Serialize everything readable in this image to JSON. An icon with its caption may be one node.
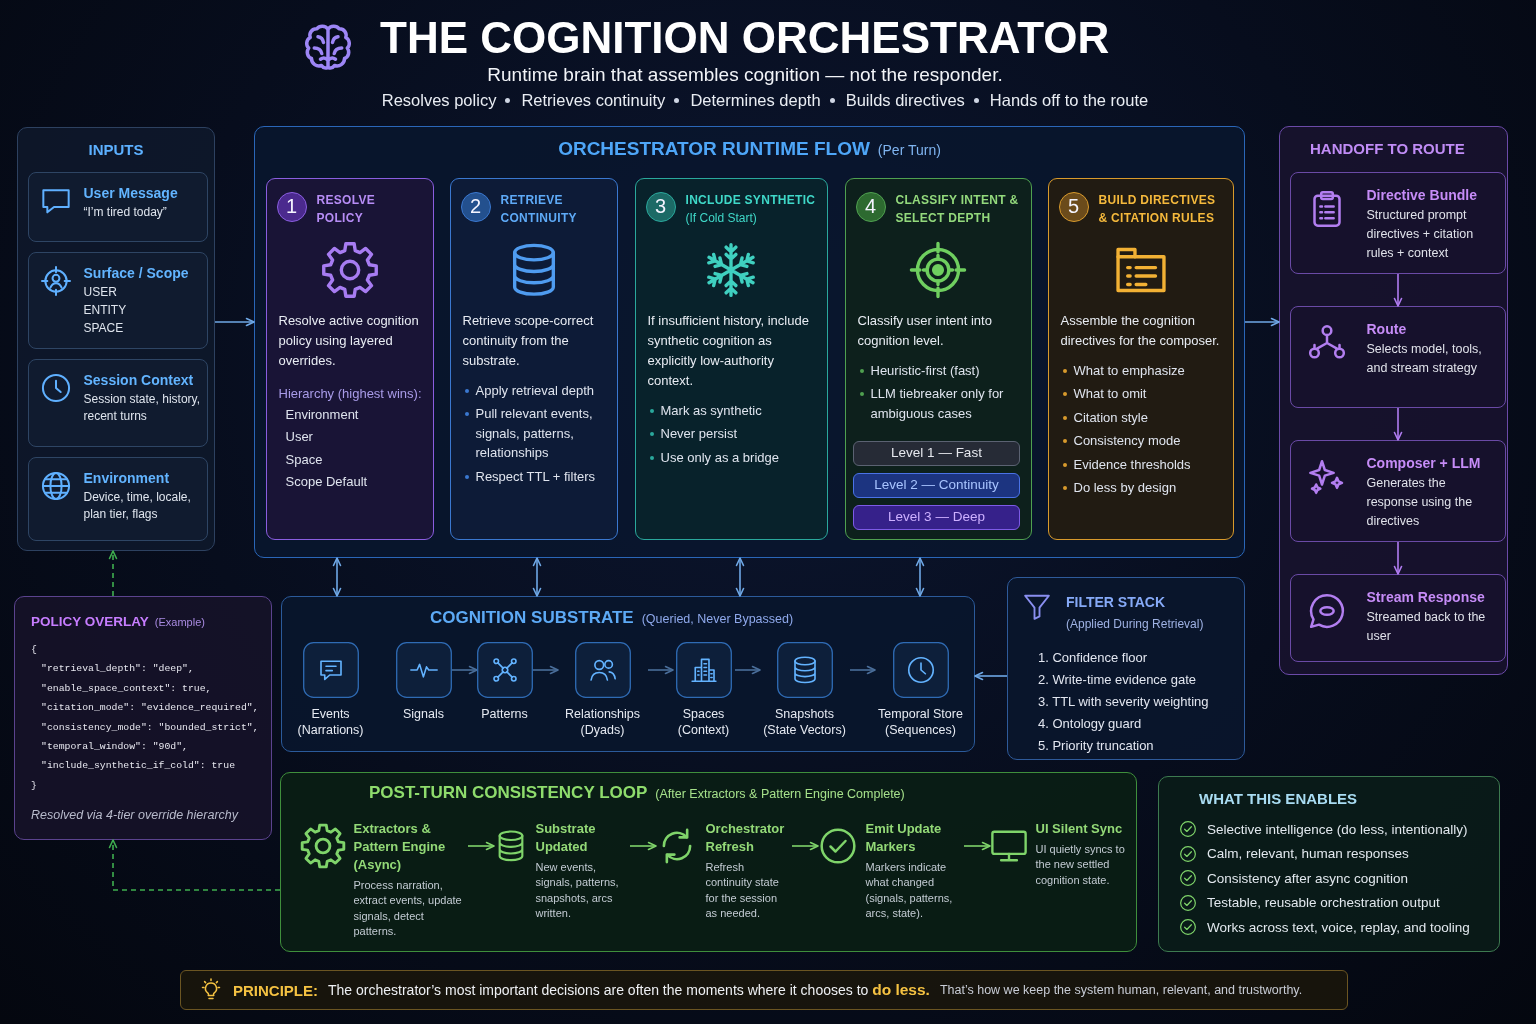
{
  "diagram": {
    "title": "THE COGNITION ORCHESTRATOR",
    "nodes": [
      {
        "text": [
          "INPUTS"
        ]
      },
      {
        "text": [
          "User Message",
          "“I’m tired today”"
        ],
        "in": 0
      },
      {
        "text": [
          "Surface / Scope",
          "USER",
          "ENTITY",
          "SPACE"
        ],
        "in": 0
      },
      {
        "text": [
          "Session Context",
          "Session state, history, recent turns"
        ],
        "in": 0
      },
      {
        "text": [
          "Environment",
          "Device, time, locale, plan tier, flags"
        ],
        "in": 0
      },
      {
        "text": [
          "ORCHESTRATOR RUNTIME FLOW",
          "(Per Turn)"
        ]
      },
      {
        "text": [
          "1",
          "RESOLVE POLICY",
          "Resolve active cognition policy using layered overrides.",
          "Hierarchy (highest wins):",
          "Environment",
          "User",
          "Space",
          "Scope Default"
        ],
        "in": 5
      },
      {
        "text": [
          "2",
          "RETRIEVE CONTINUITY",
          "Retrieve scope-correct continuity from the substrate.",
          "Apply retrieval depth",
          "Pull relevant events, signals, patterns, relationships",
          "Respect TTL + filters"
        ],
        "in": 5
      },
      {
        "text": [
          "3",
          "INCLUDE SYNTHETIC",
          "(If Cold Start)",
          "If insufficient history, include synthetic cognition as explicitly low-authority context.",
          "Mark as synthetic",
          "Never persist",
          "Use only as a bridge"
        ],
        "in": 5
      },
      {
        "text": [
          "4",
          "CLASSIFY INTENT & SELECT DEPTH",
          "Classify user intent into cognition level.",
          "Heuristic-first (fast)",
          "LLM tiebreaker only for ambiguous cases"
        ],
        "in": 5
      },
      {
        "text": [
          "Level 1 — Fast"
        ],
        "in": 9
      },
      {
        "text": [
          "Level 2 — Continuity"
        ],
        "in": 9
      },
      {
        "text": [
          "Level 3 — Deep"
        ],
        "in": 9
      },
      {
        "text": [
          "5",
          "BUILD DIRECTIVES & CITATION RULES",
          "Assemble the cognition directives for the composer.",
          "What to emphasize",
          "What to omit",
          "Citation style",
          "Consistency mode",
          "Evidence thresholds",
          "Do less by design"
        ],
        "in": 5
      },
      {
        "text": [
          "HANDOFF TO ROUTE"
        ]
      },
      {
        "text": [
          "Directive Bundle",
          "Structured prompt directives + citation rules + context"
        ],
        "in": 14
      },
      {
        "text": [
          "Route",
          "Selects model, tools, and stream strategy"
        ],
        "in": 14
      },
      {
        "text": [
          "Composer + LLM",
          "Generates the response using the directives"
        ],
        "in": 14
      },
      {
        "text": [
          "Stream Response",
          "Streamed back to the user"
        ],
        "in": 14
      },
      {
        "text": [
          "POLICY OVERLAY",
          "(Example)",
          "{",
          "\"retrieval_depth\": \"deep\",",
          "\"enable_space_context\": true,",
          "\"citation_mode\": \"evidence_required\",",
          "\"consistency_mode\": \"bounded_strict\",",
          "\"temporal_window\": \"90d\",",
          "\"include_synthetic_if_cold\": true",
          "}",
          "Resolved via 4-tier override hierarchy"
        ]
      },
      {
        "text": [
          "COGNITION SUBSTRATE",
          "(Queried, Never Bypassed)"
        ]
      },
      {
        "text": [
          "Events",
          "(Narrations)"
        ],
        "in": 20
      },
      {
        "text": [
          "Signals"
        ],
        "in": 20
      },
      {
        "text": [
          "Patterns"
        ],
        "in": 20
      },
      {
        "text": [
          "Relationships",
          "(Dyads)"
        ],
        "in": 20
      },
      {
        "text": [
          "Spaces",
          "(Context)"
        ],
        "in": 20
      },
      {
        "text": [
          "Snapshots",
          "(State Vectors)"
        ],
        "in": 20
      },
      {
        "text": [
          "Temporal Store",
          "(Sequences)"
        ],
        "in": 20
      },
      {
        "text": [
          "FILTER STACK",
          "(Applied During Retrieval)",
          "1. Confidence floor",
          "2. Write-time evidence gate",
          "3. TTL with severity weighting",
          "4. Ontology guard",
          "5. Priority truncation"
        ]
      },
      {
        "text": [
          "POST-TURN CONSISTENCY LOOP",
          "(After Extractors & Pattern Engine Complete)"
        ]
      },
      {
        "text": [
          "Extractors & Pattern Engine",
          "(Async)",
          "Process narration, extract events, update signals, detect patterns."
        ],
        "in": 29
      },
      {
        "text": [
          "Substrate Updated",
          "New events, signals, patterns, snapshots, arcs written."
        ],
        "in": 29
      },
      {
        "text": [
          "Orchestrator Refresh",
          "Refresh continuity state for the session as needed."
        ],
        "in": 29
      },
      {
        "text": [
          "Emit Update Markers",
          "Markers indicate what changed (signals, patterns, arcs, state)."
        ],
        "in": 29
      },
      {
        "text": [
          "UI Silent Sync",
          "UI quietly syncs to the new settled cognition state."
        ],
        "in": 29
      },
      {
        "text": [
          "WHAT THIS ENABLES",
          "Selective intelligence (do less, intentionally)",
          "Calm, relevant, human responses",
          "Consistency after async cognition",
          "Testable, reusable orchestration output",
          "Works across text, voice, replay, and tooling"
        ]
      },
      {
        "text": [
          "PRINCIPLE:",
          "The orchestrator’s most important decisions are often the moments where it chooses to **do less.**",
          "That’s how we keep the system human, relevant, and trustworthy."
        ]
      }
    ],
    "edges": [
      {
        "from": 0,
        "to": 5,
        "arrow": "to"
      },
      {
        "from": 5,
        "to": 14,
        "arrow": "to"
      },
      {
        "from": 15,
        "to": 16,
        "arrow": "to",
        "color": "#b07cf0"
      },
      {
        "from": 16,
        "to": 17,
        "arrow": "to",
        "color": "#b07cf0"
      },
      {
        "from": 17,
        "to": 18,
        "arrow": "to",
        "color": "#b07cf0"
      },
      {
        "from": 5,
        "to": 20,
        "arrow": "both"
      },
      {
        "from": 5,
        "to": 20,
        "arrow": "both"
      },
      {
        "from": 5,
        "to": 20,
        "arrow": "both"
      },
      {
        "from": 5,
        "to": 20,
        "arrow": "both"
      },
      {
        "from": 28,
        "to": 20,
        "arrow": "to"
      },
      {
        "from": 22,
        "to": 23,
        "arrow": "to",
        "color": "#4a6e9a"
      },
      {
        "from": 23,
        "to": 24,
        "arrow": "to",
        "color": "#4a6e9a"
      },
      {
        "from": 24,
        "to": 25,
        "arrow": "to",
        "color": "#4a6e9a"
      },
      {
        "from": 25,
        "to": 26,
        "arrow": "to",
        "color": "#4a6e9a"
      },
      {
        "from": 26,
        "to": 27,
        "arrow": "to",
        "color": "#4a6e9a"
      },
      {
        "from": 30,
        "to": 31,
        "arrow": "to",
        "color": "#7fd46a"
      },
      {
        "from": 31,
        "to": 32,
        "arrow": "to",
        "color": "#7fd46a"
      },
      {
        "from": 32,
        "to": 33,
        "arrow": "to",
        "color": "#7fd46a"
      },
      {
        "from": 33,
        "to": 34,
        "arrow": "to",
        "color": "#7fd46a"
      },
      {
        "from": 19,
        "to": 0,
        "arrow": "to",
        "style": "dashed",
        "color": "#3fae4f"
      },
      {
        "from": 29,
        "to": 19,
        "arrow": "to",
        "style": "dashed",
        "color": "#3fae4f"
      }
    ],
    "labels": [
      "Runtime brain that assembles cognition — not the responder.",
      "Resolves policy",
      "Retrieves continuity",
      "Determines depth",
      "Builds directives",
      "Hands off to the route"
    ]
  }
}
